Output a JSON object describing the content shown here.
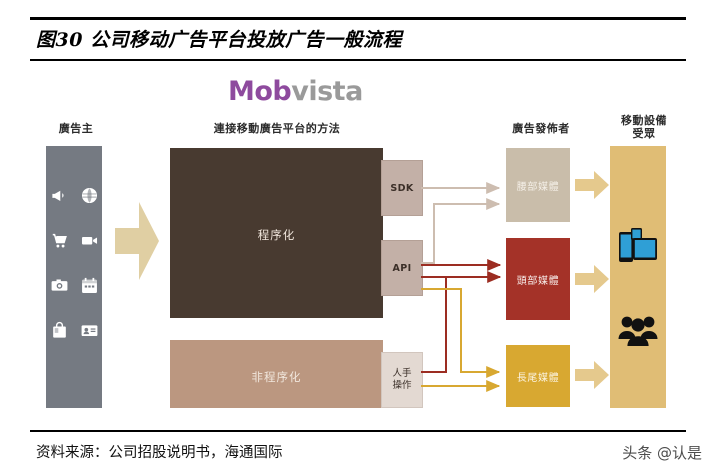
{
  "figure": {
    "title": "图30 公司移动广告平台投放广告一般流程",
    "source": "资料来源：公司招股说明书，海通国际",
    "watermark": "头条 @认是"
  },
  "logo": {
    "part1": "Mob",
    "part2": "vista",
    "color1": "#8e4a9e",
    "color2": "#9a9a9a"
  },
  "columns": {
    "advertiser_header": "廣告主",
    "method_header": "連接移動廣告平台的方法",
    "publisher_header": "廣告發佈者",
    "audience_header_line1": "移動設備",
    "audience_header_line2": "受眾"
  },
  "advertiser": {
    "color": "#757a82",
    "icons": [
      "megaphone-icon",
      "globe-icon",
      "shopping-cart-icon",
      "video-camera-icon",
      "camera-icon",
      "calendar-icon",
      "shopping-bag-icon",
      "id-card-icon"
    ]
  },
  "methods": [
    {
      "label": "程序化",
      "color": "#483a30"
    },
    {
      "label": "非程序化",
      "color": "#bb9780"
    }
  ],
  "connectors": [
    {
      "label": "SDK",
      "color": "#c3b0a7"
    },
    {
      "label": "API",
      "color": "#c3b0a7"
    },
    {
      "label_line1": "人手",
      "label_line2": "操作",
      "color": "#e3d9d2"
    }
  ],
  "publishers": [
    {
      "label": "腰部媒體",
      "color": "#c9bdaa"
    },
    {
      "label": "頭部媒體",
      "color": "#a43228"
    },
    {
      "label": "長尾媒體",
      "color": "#d8a831"
    }
  ],
  "audience": {
    "color": "#e0bd75",
    "icons": [
      "mobile-devices-icon",
      "people-group-icon"
    ]
  },
  "flow_colors": {
    "sdk_line": "#cdbdb0",
    "api_line": "#9c2d22",
    "manual_line": "#d8a831",
    "big_arrow": "#e0cfa3"
  }
}
